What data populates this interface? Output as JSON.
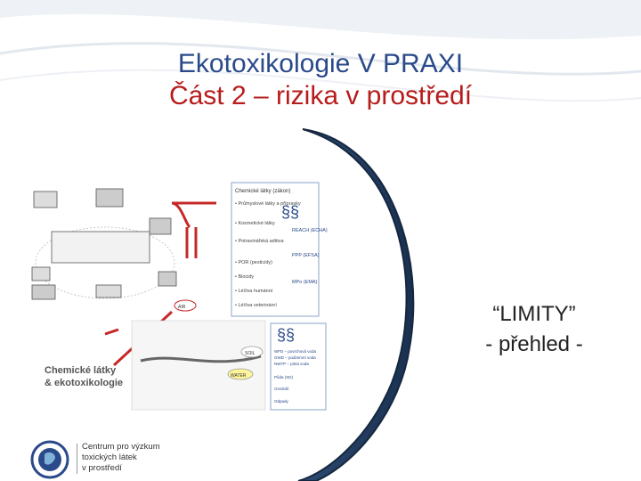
{
  "slide": {
    "title_line1": "Ekotoxikologie V PRAXI",
    "title_line2": "Část 2 – rizika v prostředí",
    "colors": {
      "title_blue": "#2a4a8a",
      "title_red": "#b71c1c",
      "arc_navy": "#1f3a5f",
      "branch_red": "#c62828"
    }
  },
  "diagram": {
    "caption_line1": "Chemické látky",
    "caption_line2": "& ekotoxikologie",
    "box_header": "Chemické látky (zákon)",
    "section_marks": [
      "§§",
      "§§"
    ],
    "items": [
      "• Průmyslové látky a přípravky",
      "• Kosmetické látky",
      "• Potravinářská aditiva",
      "• POR (pesticidy)",
      "• Biocidy",
      "• Léčiva humánní",
      "• Léčiva veterinární"
    ],
    "regulations": [
      "REACH (ECHA)",
      "PPP (EFSA)",
      "MPo (EMA)"
    ],
    "lower_items": [
      "WFD – povrchová voda",
      "GWD – podzemní voda",
      "NWTP – pitná voda",
      "Půda (SD)",
      "Ovzduší",
      "Odpady"
    ],
    "inner_badges": [
      "AIR",
      "SOIL",
      "WATER"
    ]
  },
  "limity": {
    "line1": "“LIMITY”",
    "line2": "- přehled -"
  },
  "logo": {
    "line1": "Centrum pro výzkum",
    "line2": "toxických látek",
    "line3": "v prostředí"
  }
}
